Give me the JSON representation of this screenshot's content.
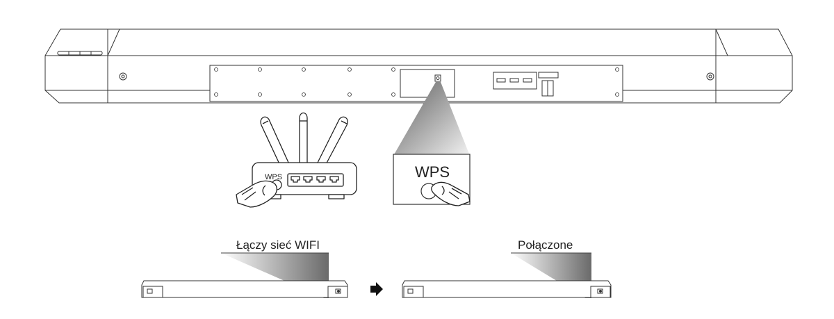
{
  "router": {
    "wps_label": "WPS",
    "icon": "wifi-router-icon"
  },
  "soundbar_zoom": {
    "wps_label": "WPS"
  },
  "steps": [
    {
      "caption": "Łączy sieć WIFI"
    },
    {
      "caption": "Połączone"
    }
  ],
  "icons": {
    "press": "finger-press-icon",
    "arrow": "arrow-right-icon",
    "soundbar": "soundbar-icon"
  },
  "colors": {
    "line": "#333333",
    "cone_dark": "#6e6e6e",
    "cone_light": "#ffffff"
  }
}
